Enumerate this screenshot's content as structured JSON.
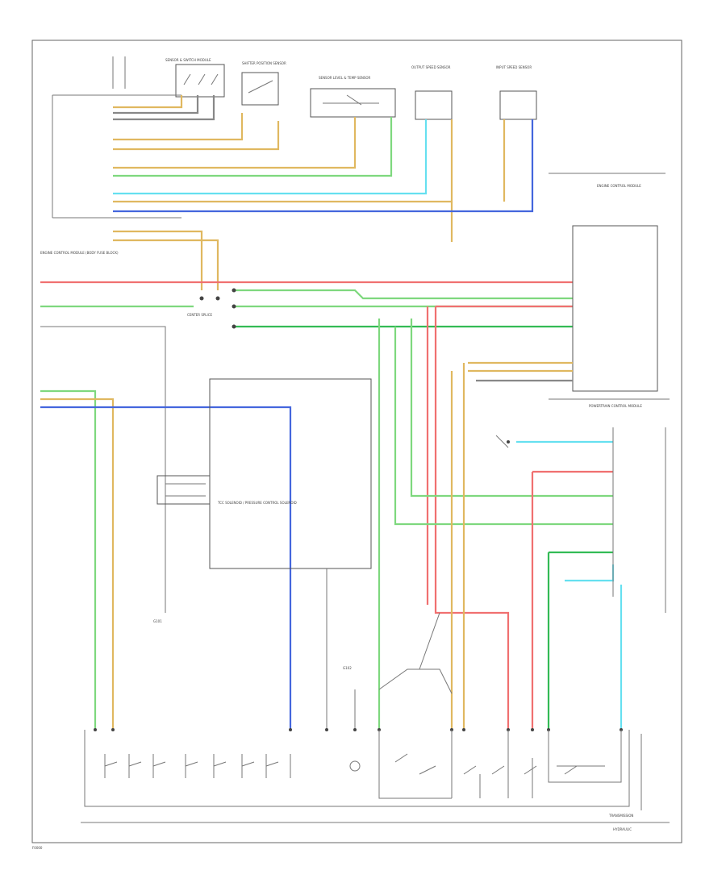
{
  "page_ref": "F0000",
  "colors": {
    "green": "#7ed87e",
    "dkgreen": "#33bb55",
    "tan": "#e0b860",
    "orange": "#e8a050",
    "cyan": "#66e0f0",
    "blue": "#4466dd",
    "pink": "#f07070",
    "gray": "#888888",
    "black": "#444444"
  },
  "labels": {
    "top_module_1": "SENSOR & SWITCH MODULE",
    "top_module_2": "SHIFTER POSITION SENSOR",
    "top_module_3": "SENSOR LEVEL & TEMP SENSOR",
    "top_module_4": "OUTPUT SPEED SENSOR",
    "top_module_5": "INPUT SPEED SENSOR",
    "right_module": "ENGINE CONTROL MODULE",
    "right_sub": "POWERTRAIN CONTROL MODULE",
    "center_module": "TCC SOLENOID / PRESSURE CONTROL SOLENOID",
    "connector_label": "CENTER SPLICE",
    "ground_1": "G101",
    "ground_2": "G102",
    "bottom_label": "TRANSMISSION",
    "bottom_right": "HYDRAULIC",
    "left_text": "ENGINE CONTROL MODULE (BODY FUSE BLOCK)"
  }
}
